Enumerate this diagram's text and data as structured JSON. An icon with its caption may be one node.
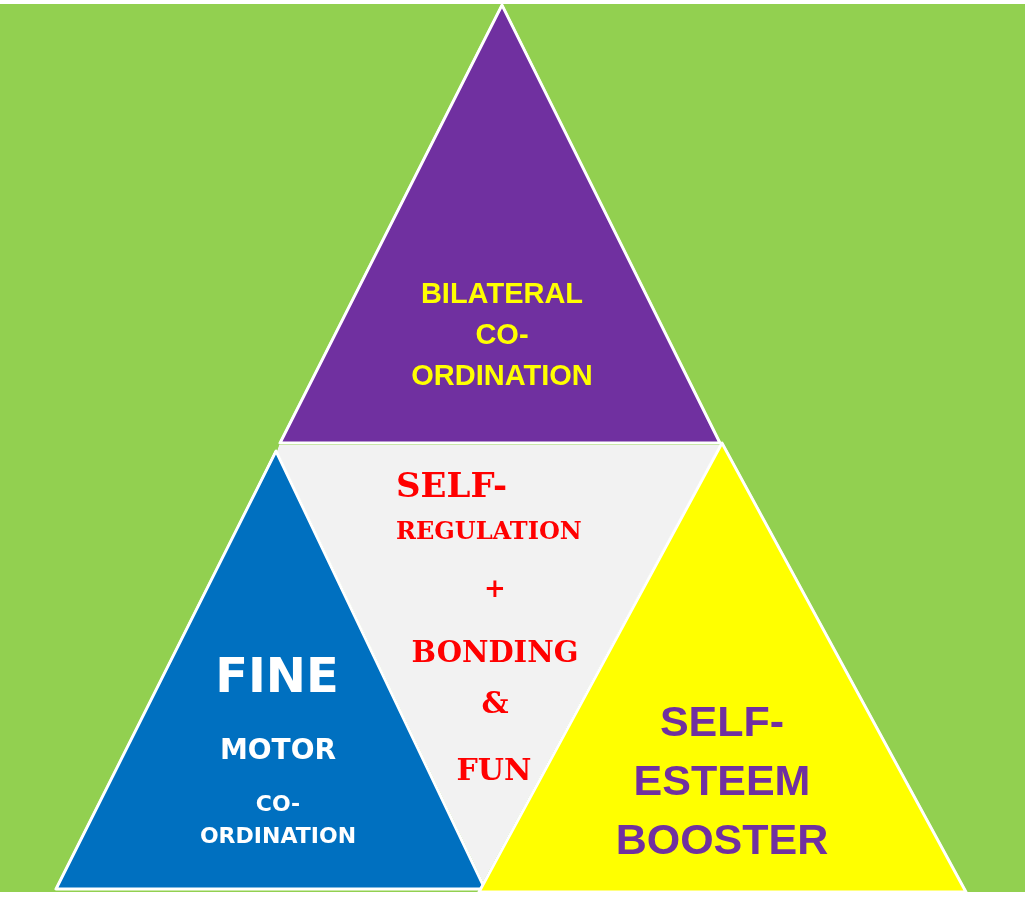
{
  "diagram": {
    "nodes": [
      {
        "text": [
          "BILATERAL CO- ORDINATION"
        ]
      },
      {
        "text": [
          "SELF- REGULATION",
          "+",
          "BONDING",
          "&",
          "FUN"
        ]
      },
      {
        "text": [
          "FINE",
          "MOTOR",
          "CO- ORDINATION"
        ]
      },
      {
        "text": [
          "SELF- ESTEEM BOOSTER"
        ]
      }
    ]
  }
}
